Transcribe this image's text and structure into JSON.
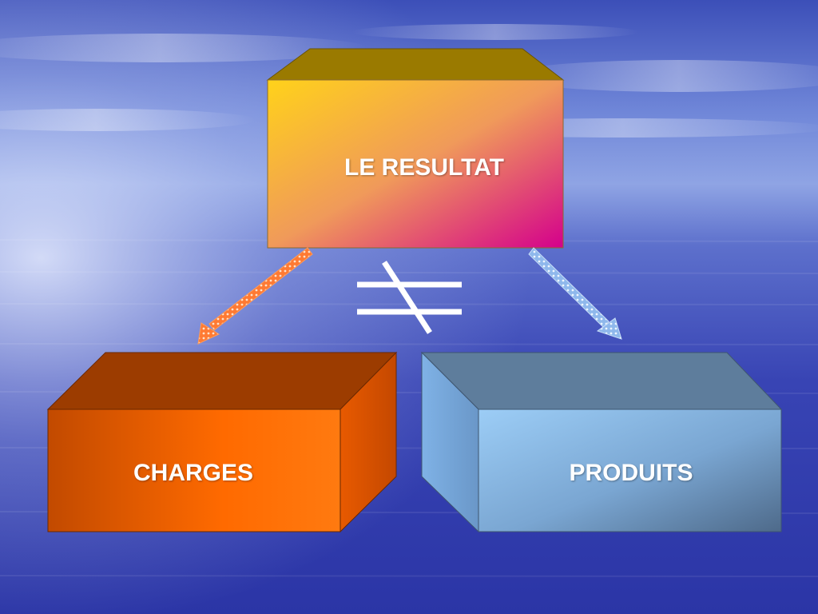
{
  "diagram": {
    "top_box": {
      "label": "LE RESULTAT"
    },
    "left_box": {
      "label": "CHARGES"
    },
    "right_box": {
      "label": "PRODUITS"
    },
    "relation_symbol": "not-equal-icon"
  },
  "colors": {
    "top_box_gradient": [
      "#ffd21a",
      "#d4008c"
    ],
    "top_box_lid": "#9a7a00",
    "left_box_front": "#ff6a00",
    "left_box_top": "#9c3c00",
    "right_box_front": "#8fc6f4",
    "right_box_top": "#5e7d9c",
    "left_arrow": "#ff7a33",
    "right_arrow": "#9dc4f2"
  }
}
